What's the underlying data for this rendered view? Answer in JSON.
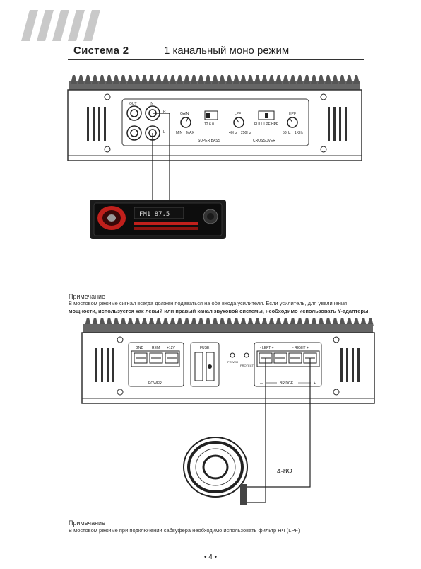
{
  "header": {
    "system_title": "Система 2",
    "mode_title": "1 канальный моно режим"
  },
  "amp1": {
    "out_label": "OUT",
    "in_label": "IN",
    "r_label": "R",
    "l_label": "L",
    "gain_label": "GAIN",
    "gain_min": "MIN",
    "gain_max": "MAX",
    "bass_values": "12  6  0",
    "super_bass": "SUPER BASS",
    "lpf_label": "LPF",
    "lpf_min": "40Hz",
    "lpf_max": "250Hz",
    "crossover_switch": "FULL LPF HPF",
    "crossover": "CROSSOVER",
    "hpf_label": "HPF",
    "hpf_min": "50Hz",
    "hpf_max": "1KHz"
  },
  "radio": {
    "display": "FM1 87.5"
  },
  "note1": {
    "title": "Примечание",
    "line1": "В мостовом режиме сигнал всегда должен подаваться на оба входа усилителя. Если усилитель, для увеличения",
    "line2": "мощности, используется как левый или правый канал звуковой системы, необходимо использовать Y-адаптеры."
  },
  "amp2": {
    "gnd": "GND",
    "rem": "REM",
    "plus12": "+12V",
    "power": "POWER",
    "fuse": "FUSE",
    "power_led": "POWER",
    "protection_led": "PROTECTION",
    "left_plus": "- LEFT +",
    "right_plus": "- RIGHT +",
    "bridge_minus": "—",
    "bridge": "BRIDGE",
    "bridge_plus": "+"
  },
  "speaker": {
    "impedance": "4-8Ω"
  },
  "note2": {
    "title": "Примечание",
    "text": "В мостовом режиме при подключении сабвуфера необходимо использовать фильтр НЧ (LPF)"
  },
  "footer": {
    "page": "• 4 •"
  }
}
